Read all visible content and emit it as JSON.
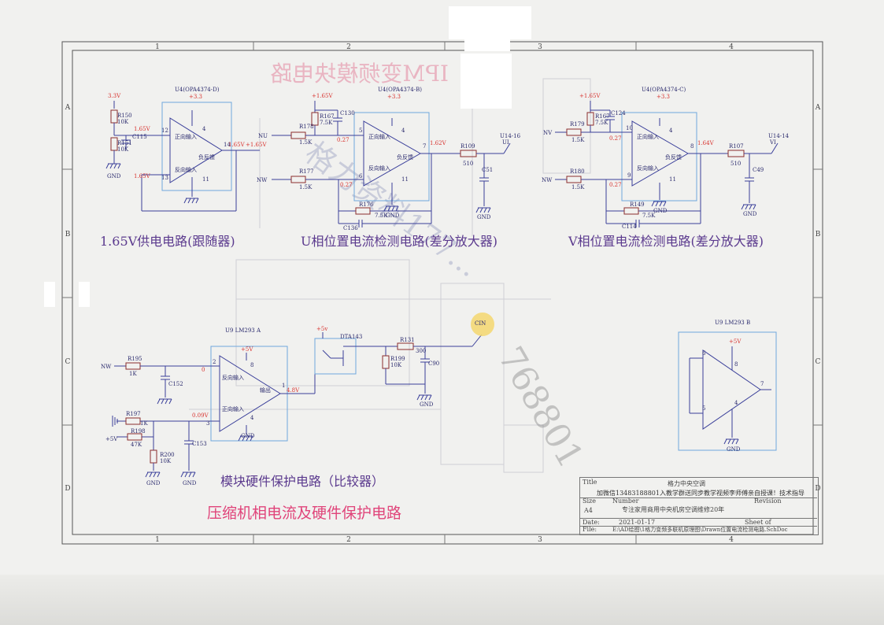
{
  "border": {
    "cols": [
      "1",
      "2",
      "3",
      "4"
    ],
    "rows": [
      "A",
      "B",
      "C",
      "D"
    ]
  },
  "mirror_text": "IPM变频模块电路",
  "watermarks": {
    "center": "格力资料177...",
    "lower": "768801"
  },
  "blocks": {
    "supply_follower": "1.65V供电电路(跟随器)",
    "u_phase": "U相位置电流检测电路(差分放大器)",
    "v_phase": "V相位置电流检测电路(差分放大器)",
    "protection": "模块硬件保护电路（比较器）",
    "main_title": "压缩机相电流及硬件保护电路"
  },
  "circuit1": {
    "part": "U4(OPA4374-D)",
    "rail": "+3.3",
    "source": "3.3V",
    "r150": "R150",
    "r150_val": "10K",
    "r151": "R151",
    "r151_val": "10K",
    "cap": "C115",
    "gnd": "GND",
    "net_a": "1.65V",
    "net_b": "1.65V",
    "pin_in_pos": "12",
    "pin_in_neg": "13",
    "pin_out": "14",
    "pin_vdd": "4",
    "pin_vss": "11",
    "in_pos": "正向输入",
    "in_neg": "反向输入",
    "fb": "负反馈",
    "out_v": "1.65V",
    "out_label": "+1.65V"
  },
  "circuit2": {
    "part": "U4(OPA4374-B)",
    "rail": "+3.3",
    "ref": "+1.65V",
    "r167": "R167",
    "r167_val": "7.5K",
    "c130": "C130",
    "r178": "R178",
    "r178_val": "1.5K",
    "r177": "R177",
    "r177_val": "1.5K",
    "r176": "R176",
    "r176_val": "7.5K",
    "c136": "C136",
    "in_nu": "NU",
    "in_nw": "NW",
    "v_pos": "0.27",
    "v_neg": "0.27",
    "pin5": "5",
    "pin6": "6",
    "pin7": "7",
    "pin4": "4",
    "pin11": "11",
    "in_pos": "正向输入",
    "in_neg": "反向输入",
    "fb": "负反馈",
    "out_v": "1.62V",
    "r109": "R109",
    "r109_val": "510",
    "c51": "C51",
    "u14": "U14-16",
    "u14_net": "UI",
    "gnd": "GND",
    "gnd2": "GND"
  },
  "circuit3": {
    "part": "U4(OPA4374-C)",
    "rail": "+3.3",
    "ref": "+1.65V",
    "r167": "R167",
    "r167_val": "7.5K",
    "c124": "C124",
    "r179": "R179",
    "r179_val": "1.5K",
    "r180": "R180",
    "r180_val": "1.5K",
    "r149": "R149",
    "r149_val": "7.5K",
    "c114": "C114",
    "in_nv": "NV",
    "in_nw": "NW",
    "v_pos": "0.27",
    "v_neg": "0.27",
    "pin10": "10",
    "pin9": "9",
    "pin8": "8",
    "pin4": "4",
    "pin11": "11",
    "in_pos": "正向输入",
    "in_neg": "反向输入",
    "fb": "负反馈",
    "out_v": "1.64V",
    "r107": "R107",
    "r107_val": "510",
    "c49": "C49",
    "u14": "U14-14",
    "u14_net": "VI",
    "gnd": "GND",
    "gnd2": "GND"
  },
  "circuit4": {
    "part": "U9 LM293 A",
    "rail": "+5V",
    "in_nw": "NW",
    "r195": "R195",
    "r195_val": "1K",
    "c152": "C152",
    "v_neg": "0",
    "pin2": "2",
    "pin3": "3",
    "pin1": "1",
    "pin8": "8",
    "pin4": "4",
    "in_neg": "反向输入",
    "in_pos": "正向输入",
    "out": "输出",
    "out_v": "4.8V",
    "r197": "R197",
    "r197_val": "1K",
    "r198": "R198",
    "r198_val": "47K",
    "r200": "R200",
    "r200_val": "10K",
    "c153": "C153",
    "v_pos": "0.09V",
    "plus5": "+5V",
    "gnd": "GND",
    "gnd2": "GND",
    "gnd3": "GND",
    "dta_rail": "+5v",
    "dta": "DTA143",
    "r131": "R131",
    "r131_val": "300",
    "r199": "R199",
    "r199_val": "10K",
    "c90": "C90",
    "gnd4": "GND",
    "cin": "CIN"
  },
  "circuit5": {
    "part": "U9 LM293 B",
    "rail": "+5V",
    "pin6": "6",
    "pin5": "5",
    "pin7": "7",
    "pin8": "8",
    "pin4": "4",
    "gnd": "GND"
  },
  "title_block": {
    "title_label": "Title",
    "title": "格力中央空调",
    "notice": "加微信13483188801入教学群送同步教学视频李师傅亲自授课！技术指导",
    "size_label": "Size",
    "number_label": "Number",
    "revision_label": "Revision",
    "size": "A4",
    "description": "专注家用商用中央机房空调维修20年",
    "date_label": "Date:",
    "date": "2021-01-17",
    "sheet_label": "Sheet of",
    "file_label": "File:",
    "file": "E:\\AD绘图\\1格力变频多联机原理图\\Drawn位置电流检测电路.SchDoc"
  },
  "colors": {
    "wire": "#3a3f9a",
    "label": "#2b2b6e",
    "net_red": "#d8332f",
    "component": "#8a2d2d",
    "box": "#6fa8dc",
    "title_red": "#e0447a",
    "block_label": "#5b3a8e"
  }
}
